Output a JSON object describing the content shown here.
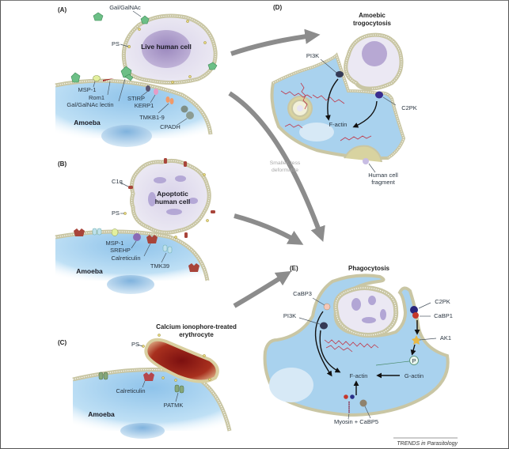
{
  "figure": {
    "credit": "TRENDS in Parasitology",
    "middle_note": [
      "Smaller, less",
      "deformable"
    ]
  },
  "panels": {
    "A": {
      "label": "(A)",
      "target_cell": "Live human cell",
      "host": "Amoeba",
      "labels": {
        "galgalnac": "Gal/GalNAc",
        "ps": "PS",
        "msp1": "MSP-1",
        "rom1": "Rom1",
        "lectin": "Gal/GalNAc lectin",
        "stirp": "STIRP",
        "kerp1": "KERP1",
        "tmkb": "TMKB1-9",
        "cpadh": "CPADH"
      }
    },
    "B": {
      "label": "(B)",
      "target_cell": [
        "Apoptotic",
        "human cell"
      ],
      "host": "Amoeba",
      "labels": {
        "c1q": "C1q",
        "ps": "PS",
        "msp1": "MSP-1",
        "srehp": "SREHP",
        "calreticulin": "Calreticulin",
        "tmk39": "TMK39"
      }
    },
    "C": {
      "label": "(C)",
      "target_cell": [
        "Calcium ionophore-treated",
        "erythrocyte"
      ],
      "host": "Amoeba",
      "labels": {
        "ps": "PS",
        "calreticulin": "Calreticulin",
        "patmk": "PATMK"
      }
    },
    "D": {
      "label": "(D)",
      "title": [
        "Amoebic",
        "trogocytosis"
      ],
      "labels": {
        "pi3k": "PI3K",
        "c2pk": "C2PK",
        "factin": "F-actin",
        "fragment": [
          "Human cell",
          "fragment"
        ]
      }
    },
    "E": {
      "label": "(E)",
      "title": "Phagocytosis",
      "labels": {
        "cabp3": "CaBP3",
        "pi3k": "PI3K",
        "c2pk": "C2PK",
        "cabp1": "CaBP1",
        "ak1": "AK1",
        "p": "P",
        "factin": "F-actin",
        "gactin": "G-actin",
        "myosin": "Myosin + CaBP5"
      }
    }
  },
  "colors": {
    "amoeba_cytoplasm": "#a9d2ee",
    "membrane": "#c9c6a4",
    "human_cell": "#e4e1ee",
    "nucleus": "#a796c4",
    "lectin": "#6cbf86",
    "erythrocyte": "#8e1a1a",
    "actin": "#c0384a",
    "arrow_grey": "#8c8c8c"
  }
}
